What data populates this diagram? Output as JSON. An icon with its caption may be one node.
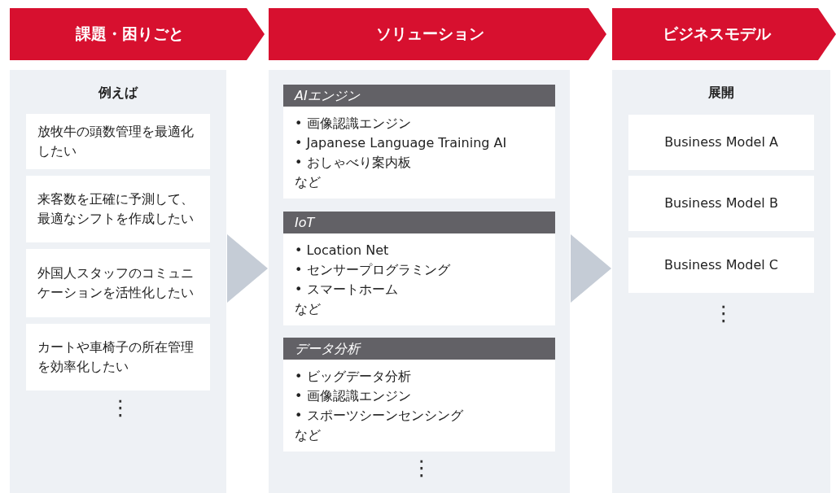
{
  "diagram": {
    "nodes": [
      {
        "text": [
          "課題・困りごと"
        ]
      },
      {
        "text": [
          "ソリューション"
        ]
      },
      {
        "text": [
          "ビジネスモデル"
        ]
      },
      {
        "text": [
          "例えば",
          "⋮"
        ]
      },
      {
        "text": [
          "放牧牛の頭数管理を最適化したい"
        ],
        "in": 3
      },
      {
        "text": [
          "来客数を正確に予測して、最適なシフトを作成したい"
        ],
        "in": 3
      },
      {
        "text": [
          "外国人スタッフのコミュニケーションを活性化したい"
        ],
        "in": 3
      },
      {
        "text": [
          "カートや車椅子の所在管理を効率化したい"
        ],
        "in": 3
      },
      {
        "text": [
          "⋮"
        ]
      },
      {
        "text": [
          "AIエンジン",
          "• 画像認識エンジン",
          "• Japanese Language Training AI",
          "• おしゃべり案内板",
          "など"
        ],
        "in": 8
      },
      {
        "text": [
          "IoT",
          "• Location Net",
          "• センサープログラミング",
          "• スマートホーム",
          "など"
        ],
        "in": 8
      },
      {
        "text": [
          "データ分析",
          "• ビッグデータ分析",
          "• 画像認識エンジン",
          "• スポーツシーンセンシング",
          "など"
        ],
        "in": 8
      },
      {
        "text": [
          "展開",
          "⋮"
        ]
      },
      {
        "text": [
          "Business Model A"
        ],
        "in": 12
      },
      {
        "text": [
          "Business Model B"
        ],
        "in": 12
      },
      {
        "text": [
          "Business Model C"
        ],
        "in": 12
      }
    ],
    "edges": [
      {
        "from": 3,
        "to": 8,
        "arrow": "to"
      },
      {
        "from": 8,
        "to": 12,
        "arrow": "to"
      }
    ]
  }
}
